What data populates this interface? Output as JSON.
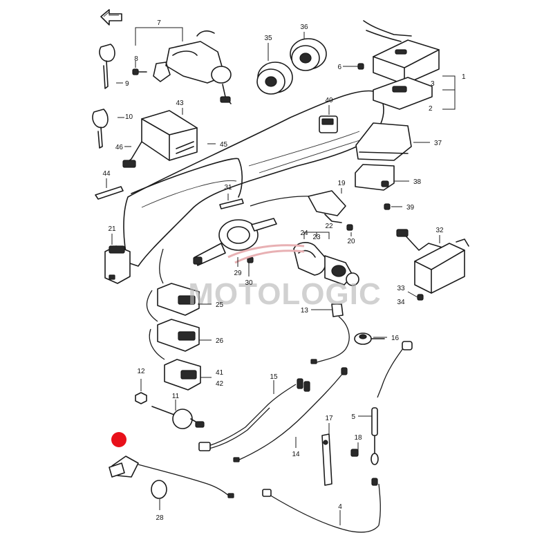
{
  "watermark": {
    "text": "MOTOLOGIC"
  },
  "marker": {
    "color": "#e8101a"
  },
  "callouts": [
    {
      "label": "1"
    },
    {
      "label": "2"
    },
    {
      "label": "3"
    },
    {
      "label": "4"
    },
    {
      "label": "5"
    },
    {
      "label": "6"
    },
    {
      "label": "7"
    },
    {
      "label": "8"
    },
    {
      "label": "9"
    },
    {
      "label": "10"
    },
    {
      "label": "11"
    },
    {
      "label": "12"
    },
    {
      "label": "13"
    },
    {
      "label": "14"
    },
    {
      "label": "15"
    },
    {
      "label": "16"
    },
    {
      "label": "17"
    },
    {
      "label": "18"
    },
    {
      "label": "19"
    },
    {
      "label": "20"
    },
    {
      "label": "21"
    },
    {
      "label": "22"
    },
    {
      "label": "23"
    },
    {
      "label": "24"
    },
    {
      "label": "25"
    },
    {
      "label": "26"
    },
    {
      "label": "28"
    },
    {
      "label": "29"
    },
    {
      "label": "30"
    },
    {
      "label": "31"
    },
    {
      "label": "32"
    },
    {
      "label": "33"
    },
    {
      "label": "34"
    },
    {
      "label": "35"
    },
    {
      "label": "36"
    },
    {
      "label": "37"
    },
    {
      "label": "38"
    },
    {
      "label": "39"
    },
    {
      "label": "40"
    },
    {
      "label": "41"
    },
    {
      "label": "42"
    },
    {
      "label": "43"
    },
    {
      "label": "44"
    },
    {
      "label": "45"
    },
    {
      "label": "46"
    }
  ]
}
